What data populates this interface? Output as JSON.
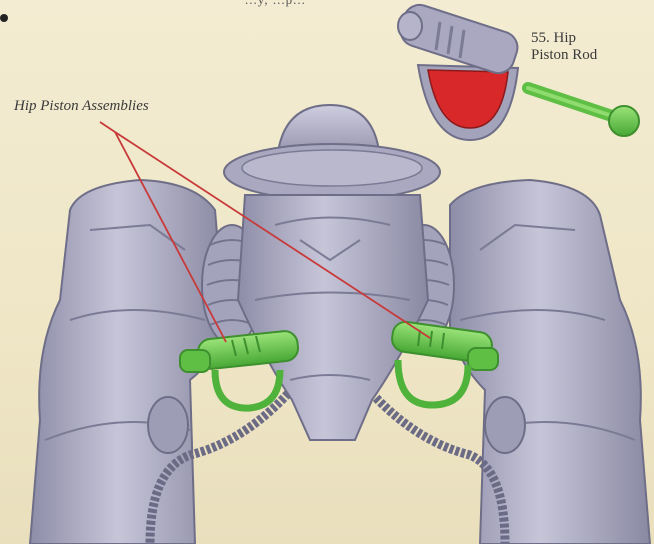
{
  "labels": {
    "hip_assemblies": "Hip Piston Assemblies",
    "part_55_line1": "55. Hip",
    "part_55_line2": "Piston Rod",
    "top_cut": "...y, ...p..."
  },
  "colors": {
    "background": "#f1e9cc",
    "armor": "#a6a5be",
    "armor_dark": "#7f7e98",
    "armor_light": "#c8c7da",
    "highlight_part": "#6fc94f",
    "highlight_dark": "#3e9a2e",
    "red_part": "#d8282a",
    "leader_line": "#c83a3a"
  }
}
